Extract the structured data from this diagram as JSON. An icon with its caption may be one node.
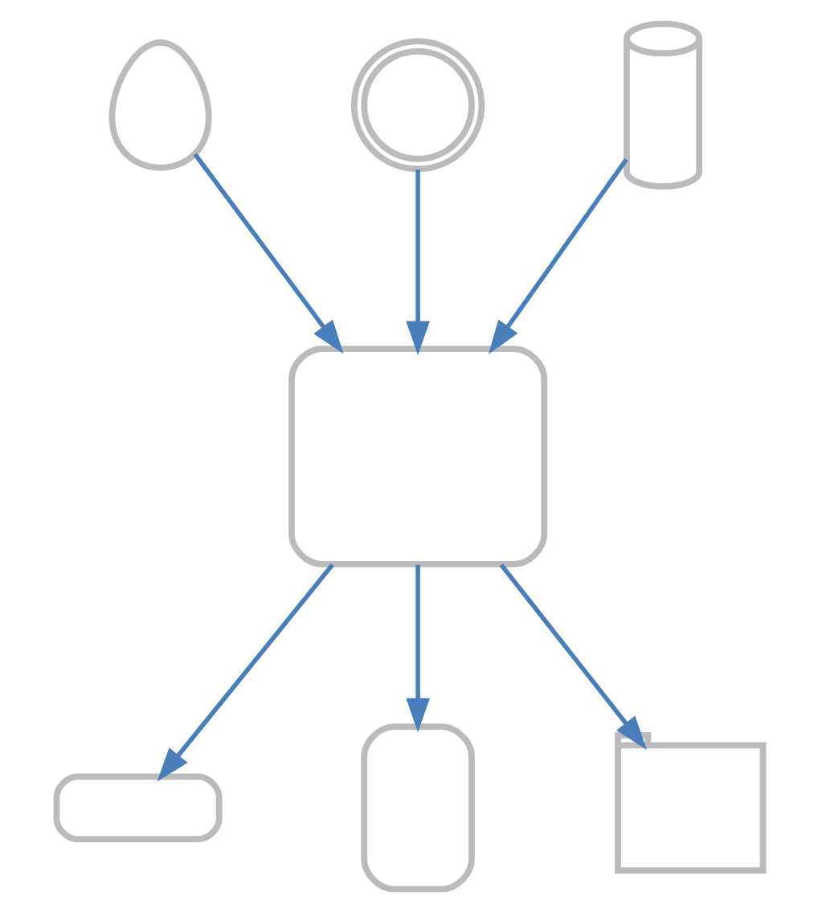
{
  "diagram": {
    "nodes": [
      {
        "text": [],
        "shape": "sun"
      },
      {
        "text": [],
        "shape": "drops"
      },
      {
        "text": [],
        "shape": "thermometer"
      },
      {
        "text": [],
        "shape": "box"
      },
      {
        "text": [],
        "shape": "air-conditioner"
      },
      {
        "text": [],
        "shape": "panel"
      },
      {
        "text": [],
        "shape": "curtain"
      }
    ],
    "edges": [
      {
        "from": 0,
        "to": 3,
        "arrow": "to"
      },
      {
        "from": 1,
        "to": 3,
        "arrow": "to"
      },
      {
        "from": 2,
        "to": 3,
        "arrow": "to"
      },
      {
        "from": 3,
        "to": 4,
        "arrow": "to"
      },
      {
        "from": 3,
        "to": 5,
        "arrow": "to"
      },
      {
        "from": 3,
        "to": 6,
        "arrow": "to"
      }
    ]
  }
}
